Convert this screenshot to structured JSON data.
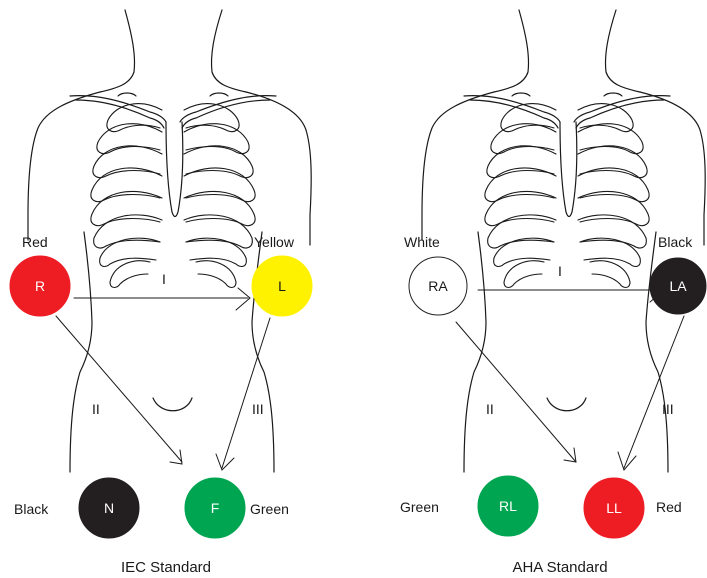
{
  "panels": [
    {
      "id": "iec",
      "caption": "IEC Standard",
      "leads": {
        "I": "I",
        "II": "II",
        "III": "III"
      },
      "electrodes": {
        "right_arm": {
          "code": "R",
          "color_name": "Red",
          "fill": "#ee1d24",
          "text_color": "#ffffff"
        },
        "left_arm": {
          "code": "L",
          "color_name": "Yellow",
          "fill": "#fff200",
          "text_color": "#1a1a1a"
        },
        "right_leg": {
          "code": "N",
          "color_name": "Black",
          "fill": "#231f20",
          "text_color": "#ffffff"
        },
        "left_leg": {
          "code": "F",
          "color_name": "Green",
          "fill": "#00a551",
          "text_color": "#ffffff"
        }
      }
    },
    {
      "id": "aha",
      "caption": "AHA Standard",
      "leads": {
        "I": "I",
        "II": "II",
        "III": "III"
      },
      "electrodes": {
        "right_arm": {
          "code": "RA",
          "color_name": "White",
          "fill": "#ffffff",
          "text_color": "#1a1a1a"
        },
        "left_arm": {
          "code": "LA",
          "color_name": "Black",
          "fill": "#231f20",
          "text_color": "#ffffff"
        },
        "right_leg": {
          "code": "RL",
          "color_name": "Green",
          "fill": "#00a551",
          "text_color": "#ffffff"
        },
        "left_leg": {
          "code": "LL",
          "color_name": "Red",
          "fill": "#ee1d24",
          "text_color": "#ffffff"
        }
      }
    }
  ]
}
